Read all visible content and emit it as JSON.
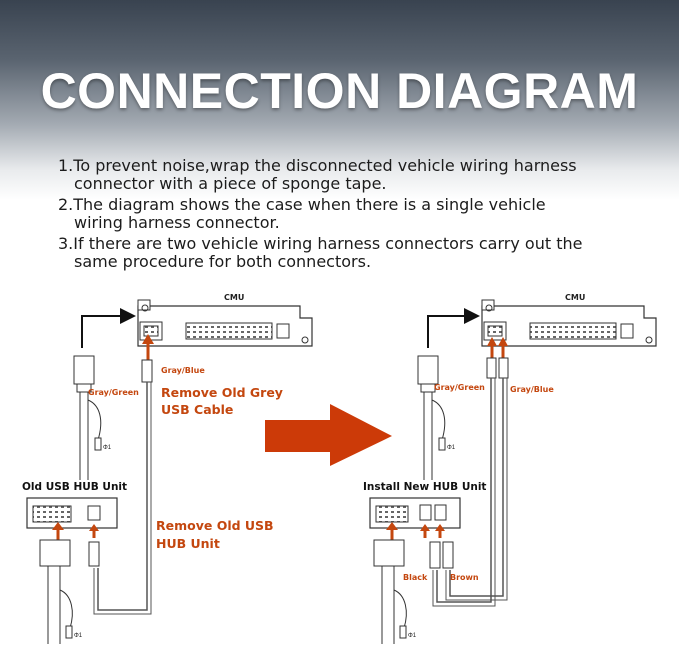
{
  "title": "CONNECTION DIAGRAM",
  "instructions": [
    {
      "line1": "1.To prevent noise,wrap the disconnected vehicle wiring harness",
      "line2": "connector with a piece of sponge tape."
    },
    {
      "line1": "2.The diagram shows the case when there is a single vehicle",
      "line2": "wiring harness connector."
    },
    {
      "line1": "3.If there are two vehicle wiring harness connectors carry out the",
      "line2": "same procedure for both connectors."
    }
  ],
  "left": {
    "cmu": "CMU",
    "gray_blue": "Gray/Blue",
    "gray_green": "Gray/Green",
    "remove_cable_1": "Remove Old Grey",
    "remove_cable_2": "USB Cable",
    "hub_title": "Old USB HUB Unit",
    "remove_hub_1": "Remove Old USB",
    "remove_hub_2": "HUB Unit",
    "fuse_top": "Φ1",
    "fuse_bottom": "Φ1"
  },
  "right": {
    "cmu": "CMU",
    "gray_green": "Gray/Green",
    "gray_blue": "Gray/Blue",
    "hub_title": "Install New HUB Unit",
    "black": "Black",
    "brown": "Brown",
    "fuse_top": "Φ1",
    "fuse_bottom": "Φ1"
  },
  "colors": {
    "accent_orange": "#c4470f",
    "arrow_red": "#cc3a08",
    "line": "#333333"
  }
}
